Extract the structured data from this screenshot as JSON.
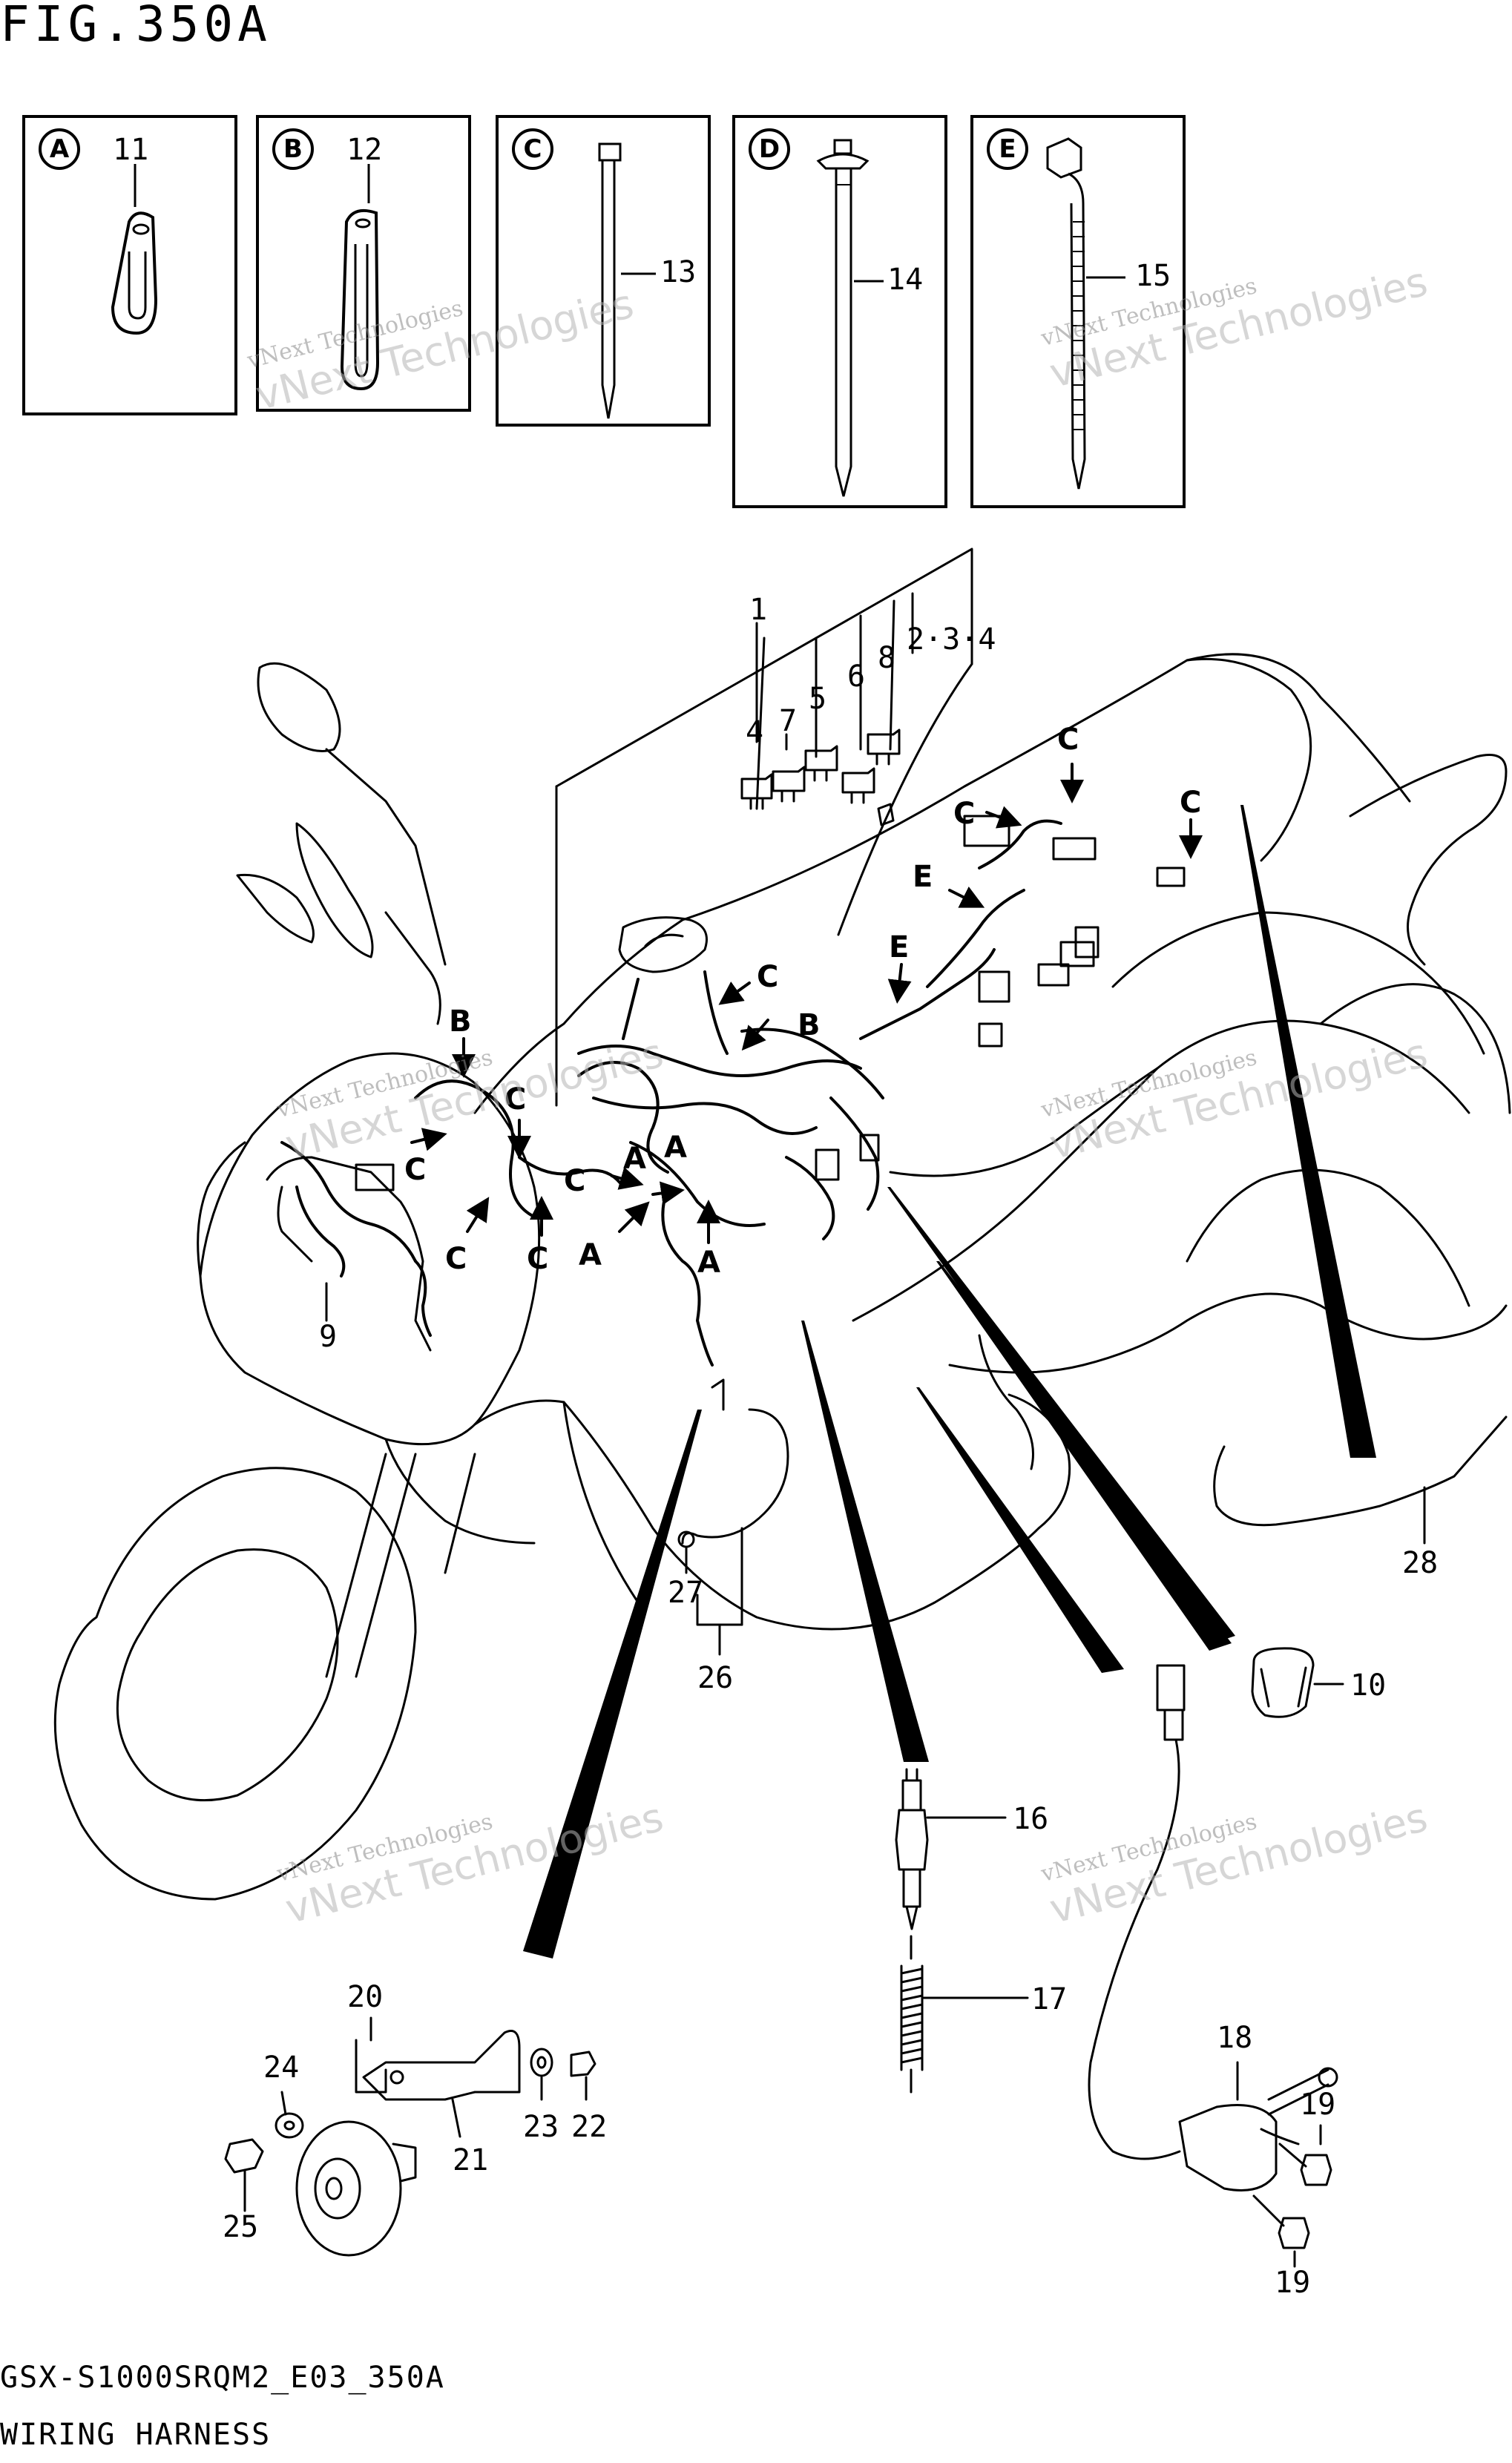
{
  "figure": {
    "title": "FIG.350A",
    "model_code": "GSX-S1000SRQM2_E03_350A",
    "section_name": "WIRING HARNESS"
  },
  "insets": [
    {
      "letter": "A",
      "part": "11"
    },
    {
      "letter": "B",
      "part": "12"
    },
    {
      "letter": "C",
      "part": "13"
    },
    {
      "letter": "D",
      "part": "14"
    },
    {
      "letter": "E",
      "part": "15"
    }
  ],
  "callouts": {
    "c1": "1",
    "c2_3_4": "2·3·4",
    "c4": "4",
    "c5": "5",
    "c6": "6",
    "c7": "7",
    "c8": "8",
    "c9": "9",
    "c10": "10",
    "c16": "16",
    "c17": "17",
    "c18": "18",
    "c19a": "19",
    "c19b": "19",
    "c20": "20",
    "c21": "21",
    "c22": "22",
    "c23": "23",
    "c24": "24",
    "c25": "25",
    "c26": "26",
    "c27": "27",
    "c28": "28"
  },
  "clamp_locations": {
    "a1": "A",
    "a2": "A",
    "a3": "A",
    "a4": "A",
    "b1": "B",
    "b2": "B",
    "c1": "C",
    "c2": "C",
    "c3": "C",
    "c4": "C",
    "c5": "C",
    "c6": "C",
    "c7": "C",
    "c8": "C",
    "c9": "C",
    "e1": "E",
    "e2": "E"
  },
  "watermark": {
    "line1": "vNext Technologies",
    "line2": "vNext Technologies"
  },
  "colors": {
    "ink": "#000000",
    "watermark": "#8a8a8a"
  }
}
